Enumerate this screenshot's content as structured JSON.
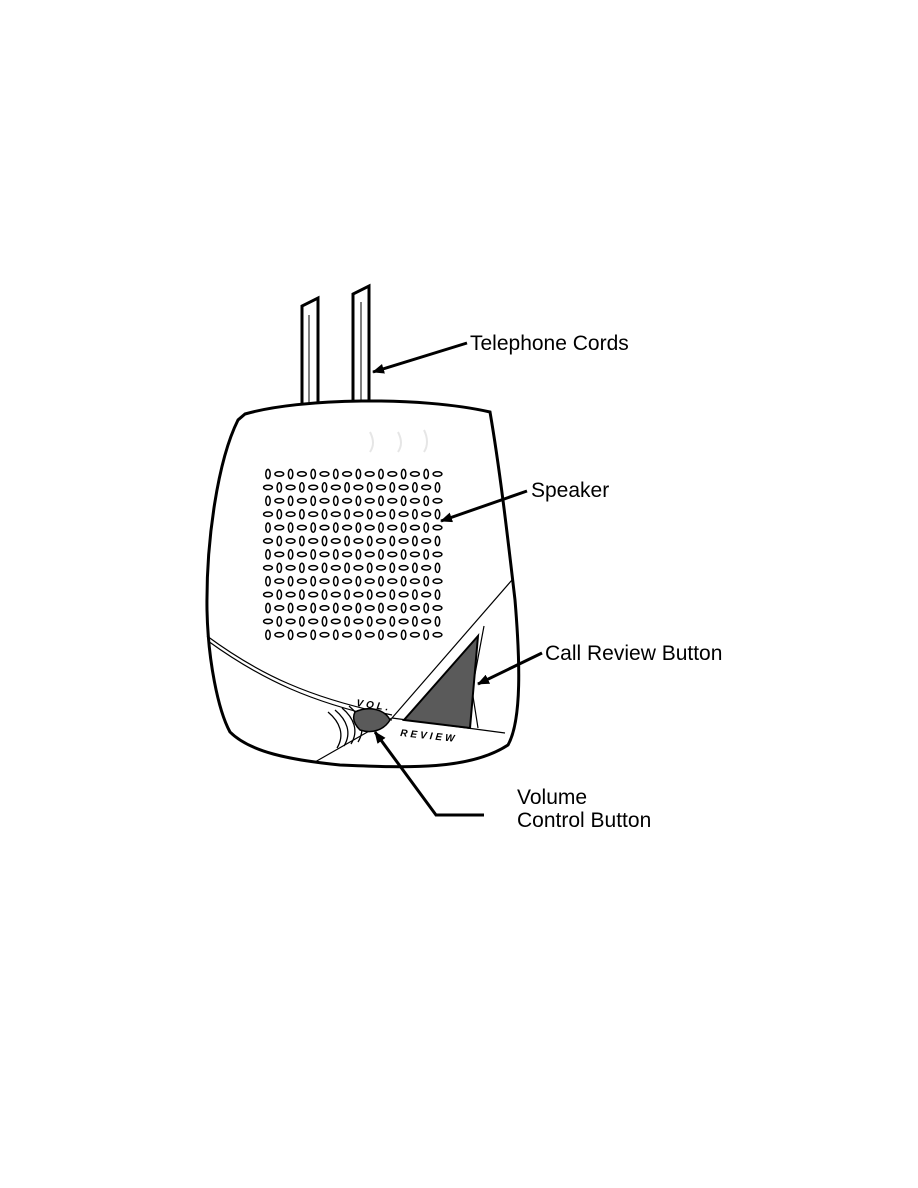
{
  "labels": {
    "telephone_cords": "Telephone Cords",
    "speaker": "Speaker",
    "call_review_button": "Call Review Button",
    "volume_control_line1": "Volume",
    "volume_control_line2": "Control Button"
  },
  "device_markings": {
    "vol": "VOL.",
    "review": "REVIEW"
  },
  "colors": {
    "line": "#000000",
    "button_fill": "#5a5a5a",
    "background": "#ffffff"
  }
}
